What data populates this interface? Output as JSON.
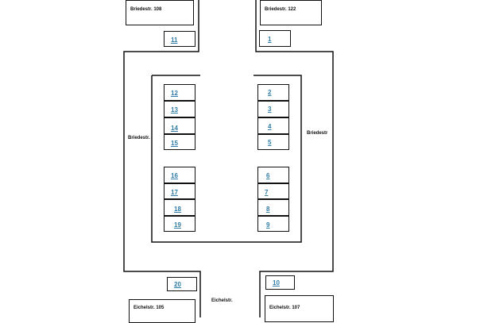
{
  "buildings": {
    "briedestr_108": "Briedestr. 108",
    "briedestr_122": "Briedestr. 122",
    "eichelstr_105": "Eichelstr. 105",
    "eichelstr_107": "Eichelstr. 107"
  },
  "streets": {
    "briedestr_left": "Briedestr.",
    "briedestr_right": "Briedestr",
    "eichelstr": "Eichelstr."
  },
  "parking_spaces": {
    "p1": "1",
    "p2": "2",
    "p3": "3",
    "p4": "4",
    "p5": "5",
    "p6": "6",
    "p7": "7",
    "p8": "8",
    "p9": "9",
    "p10": "10",
    "p11": "11",
    "p12": "12",
    "p13": "13",
    "p14": "14",
    "p15": "15",
    "p16": "16",
    "p17": "17",
    "p18": "18",
    "p19": "19",
    "p20": "20"
  },
  "colors": {
    "line": "#111111",
    "link": "#2f7da6",
    "background": "#ffffff"
  }
}
